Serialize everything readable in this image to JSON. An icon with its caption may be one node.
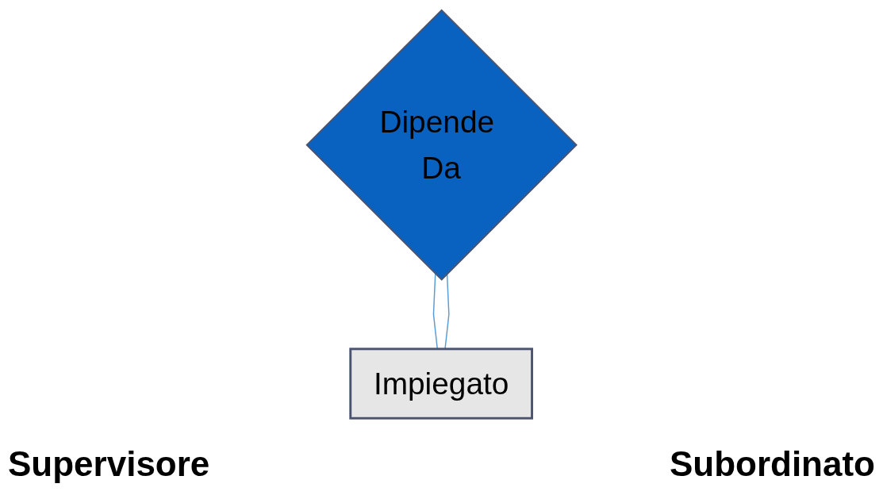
{
  "diagram": {
    "nodes": [
      {
        "text": [
          "Dipende Da"
        ]
      },
      {
        "text": [
          "Impiegato"
        ]
      }
    ],
    "edges": [
      {
        "from": 0,
        "to": 1,
        "arrow": "none"
      },
      {
        "from": 0,
        "to": 1,
        "arrow": "none"
      }
    ],
    "labels": [
      "Supervisore",
      "Subordinato"
    ]
  }
}
